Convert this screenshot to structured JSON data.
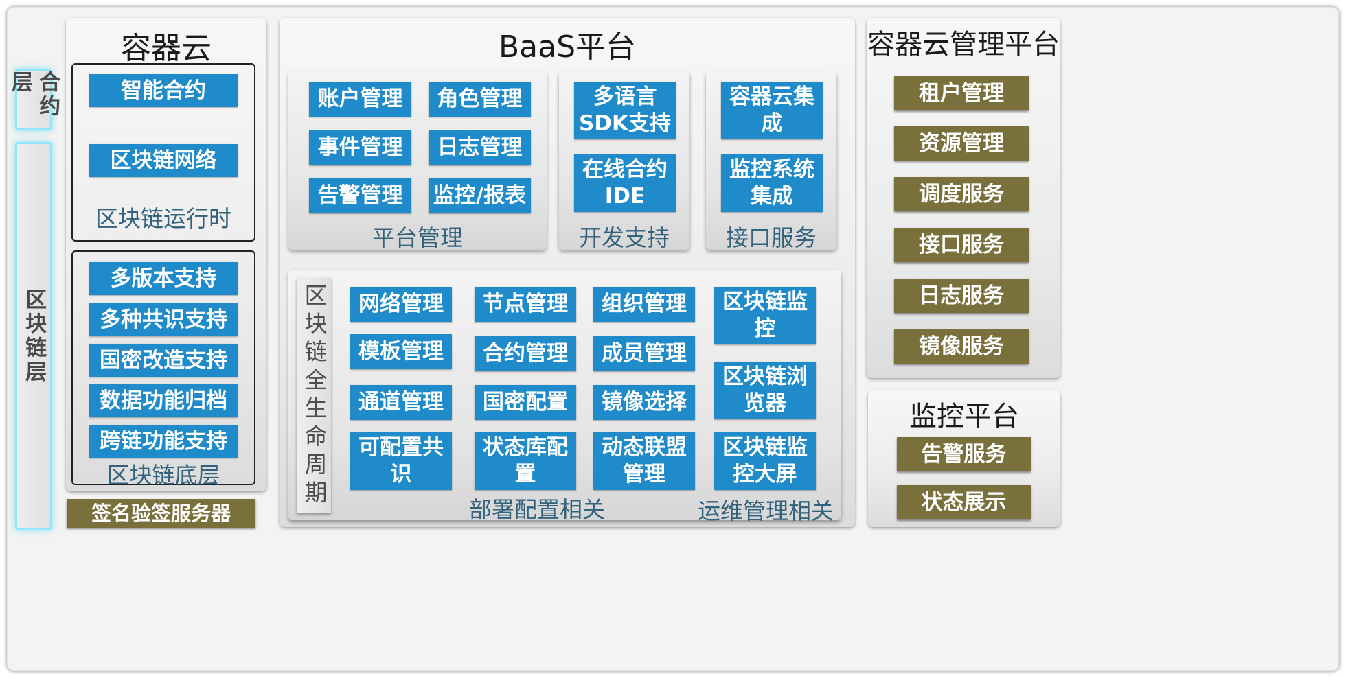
{
  "layers": {
    "contract_layer": "合约层",
    "chain_layer": "区块链层"
  },
  "container_cloud": {
    "title": "容器云",
    "runtime": {
      "items": [
        "智能合约",
        "区块链网络"
      ],
      "caption": "区块链运行时"
    },
    "base": {
      "items": [
        "多版本支持",
        "多种共识支持",
        "国密改造支持",
        "数据功能归档",
        "跨链功能支持"
      ],
      "caption": "区块链底层"
    },
    "signing_server": "签名验签服务器"
  },
  "baas": {
    "title": "BaaS平台",
    "platform_mgmt": {
      "items": [
        "账户管理",
        "角色管理",
        "事件管理",
        "日志管理",
        "告警管理",
        "监控/报表"
      ],
      "caption": "平台管理"
    },
    "dev_support": {
      "items": [
        "多语言\nSDK支持",
        "在线合约\nIDE"
      ],
      "caption": "开发支持"
    },
    "interface_service": {
      "items": [
        "容器云集\n成",
        "监控系统\n集成"
      ],
      "caption": "接口服务"
    },
    "lifecycle": {
      "label": "区块链全生命周期",
      "deploy": [
        "网络管理",
        "节点管理",
        "组织管理",
        "模板管理",
        "合约管理",
        "成员管理",
        "通道管理",
        "国密配置",
        "镜像选择",
        "可配置共\n识",
        "状态库配\n置",
        "动态联盟\n管理"
      ],
      "deploy_caption": "部署配置相关",
      "ops": [
        "区块链监\n控",
        "区块链浏\n览器",
        "区块链监\n控大屏"
      ],
      "ops_caption": "运维管理相关"
    }
  },
  "container_mgmt": {
    "title": "容器云管理平台",
    "items": [
      "租户管理",
      "资源管理",
      "调度服务",
      "接口服务",
      "日志服务",
      "镜像服务"
    ]
  },
  "monitor": {
    "title": "监控平台",
    "items": [
      "告警服务",
      "状态展示"
    ]
  },
  "colors": {
    "blue_box": "#1f8bcb",
    "olive_box": "#7a703c",
    "caption_text": "#33627d",
    "layer_glow": "#8fe6f6"
  }
}
